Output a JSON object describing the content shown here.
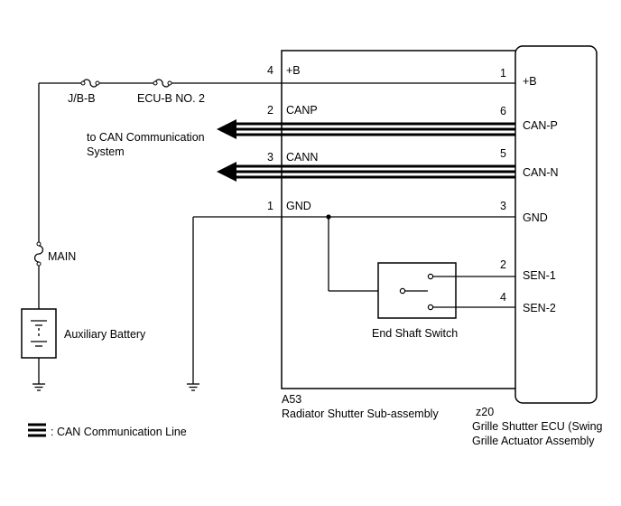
{
  "colors": {
    "line": "#000000",
    "background": "#ffffff"
  },
  "fuses": [
    "J/B-B",
    "ECU-B NO. 2",
    "MAIN"
  ],
  "battery": {
    "label": "Auxiliary Battery"
  },
  "external": {
    "can_system": "to CAN Communication\nSystem"
  },
  "connector_a53": {
    "code": "A53",
    "name": "Radiator Shutter Sub-assembly",
    "pins": [
      {
        "num": "4",
        "label": "+B"
      },
      {
        "num": "2",
        "label": "CANP"
      },
      {
        "num": "3",
        "label": "CANN"
      },
      {
        "num": "1",
        "label": "GND"
      }
    ]
  },
  "connector_z20": {
    "code": "z20",
    "name": "Grille Shutter ECU (Swing\nGrille Actuator Assembly",
    "pins": [
      {
        "num": "1",
        "label": "+B"
      },
      {
        "num": "6",
        "label": "CAN-P"
      },
      {
        "num": "5",
        "label": "CAN-N"
      },
      {
        "num": "3",
        "label": "GND"
      },
      {
        "num": "2",
        "label": "SEN-1"
      },
      {
        "num": "4",
        "label": "SEN-2"
      }
    ]
  },
  "switch": {
    "label": "End Shaft Switch"
  },
  "legend": {
    "text": ": CAN Communication Line"
  }
}
